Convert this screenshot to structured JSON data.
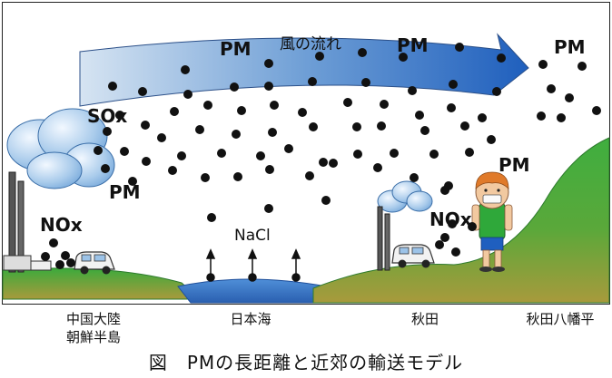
{
  "diagram": {
    "arrow_label": "風の流れ",
    "pm_labels": [
      "PM",
      "PM",
      "PM",
      "PM",
      "PM"
    ],
    "sox_label": "SOx",
    "nox_label_left": "NOx",
    "nox_label_right": "NOx",
    "nacl_label": "NaCl",
    "places": {
      "left_line1": "中国大陸",
      "left_line2": "朝鮮半島",
      "sea": "日本海",
      "akita": "秋田",
      "hachimantai": "秋田八幡平"
    },
    "caption": "図　PMの長距離と近郊の輸送モデル"
  },
  "colors": {
    "arrow_start": "#b8cfe6",
    "arrow_end": "#2a6cc4",
    "ground_green": "#3caa3c",
    "ground_olive": "#9a9a3c",
    "sea_blue": "#3a78c8",
    "cloud_blue": "#7fb0e0",
    "particle": "#111111"
  }
}
